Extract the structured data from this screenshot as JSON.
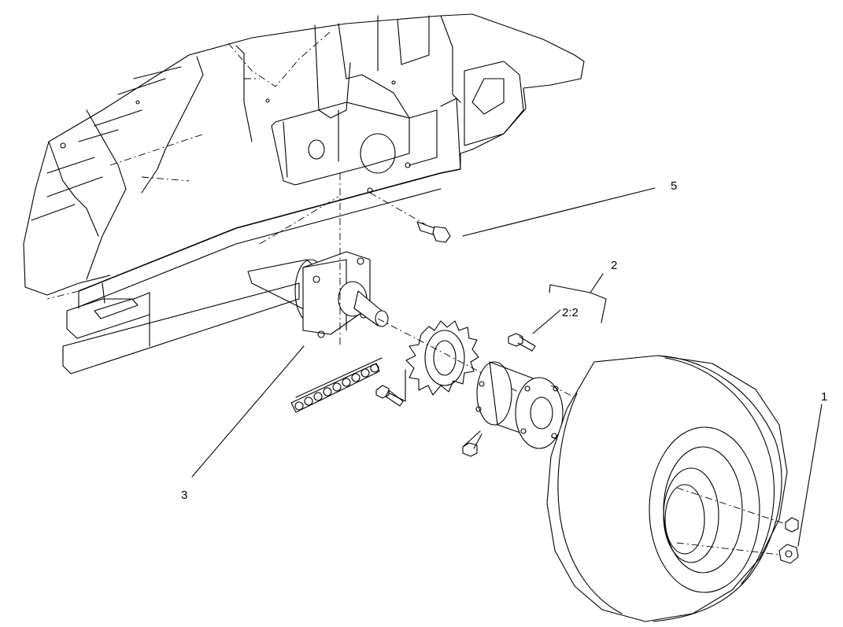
{
  "callouts": [
    {
      "id": "1",
      "label": "1"
    },
    {
      "id": "2",
      "label": "2"
    },
    {
      "id": "2-2",
      "label": "2:2"
    },
    {
      "id": "3",
      "label": "3"
    },
    {
      "id": "5",
      "label": "5"
    }
  ]
}
